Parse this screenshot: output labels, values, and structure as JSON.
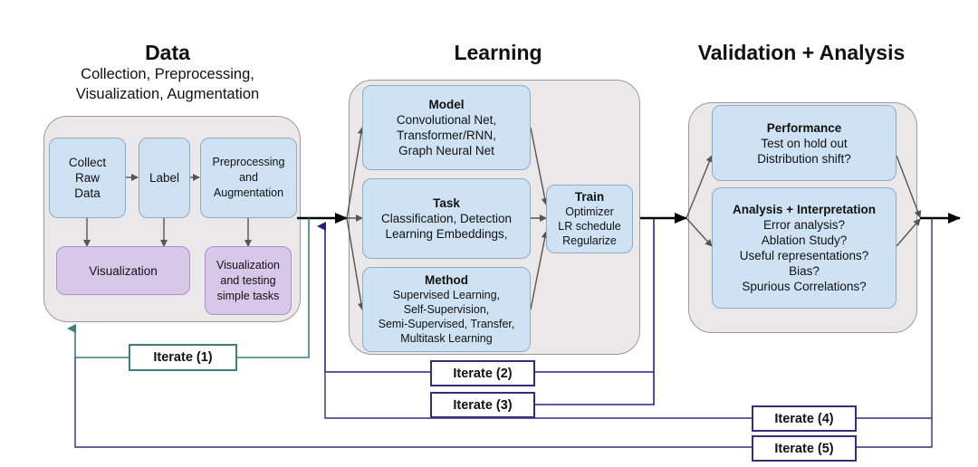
{
  "sections": {
    "data": {
      "title": "Data",
      "subtitle_lines": [
        "Collection, Preprocessing,",
        "Visualization, Augmentation"
      ]
    },
    "learning": {
      "title": "Learning"
    },
    "validation": {
      "title": "Validation + Analysis"
    }
  },
  "data_boxes": {
    "collect": {
      "lines": [
        "Collect",
        "Raw",
        "Data"
      ]
    },
    "label": {
      "lines": [
        "Label"
      ]
    },
    "preprocessing": {
      "lines": [
        "Preprocessing",
        "and",
        "Augmentation"
      ]
    },
    "visualization": {
      "lines": [
        "Visualization"
      ]
    },
    "viz_testing": {
      "lines": [
        "Visualization",
        "and testing",
        "simple tasks"
      ]
    }
  },
  "learning_boxes": {
    "model": {
      "title": "Model",
      "lines": [
        "Convolutional Net,",
        "Transformer/RNN,",
        "Graph Neural Net"
      ]
    },
    "task": {
      "title": "Task",
      "lines": [
        "Classification, Detection",
        "Learning Embeddings,"
      ]
    },
    "method": {
      "title": "Method",
      "lines": [
        "Supervised Learning,",
        "Self-Supervision,",
        "Semi-Supervised, Transfer,",
        "Multitask Learning"
      ]
    },
    "train": {
      "title": "Train",
      "lines": [
        "Optimizer",
        "LR schedule",
        "Regularize"
      ]
    }
  },
  "validation_boxes": {
    "performance": {
      "title": "Performance",
      "lines": [
        "Test on hold out",
        "Distribution shift?"
      ]
    },
    "analysis": {
      "title": "Analysis + Interpretation",
      "lines": [
        "Error analysis?",
        "Ablation Study?",
        "Useful representations?",
        "Bias?",
        "Spurious Correlations?"
      ]
    }
  },
  "iterations": [
    {
      "label": "Iterate (1)"
    },
    {
      "label": "Iterate (2)"
    },
    {
      "label": "Iterate (3)"
    },
    {
      "label": "Iterate (4)"
    },
    {
      "label": "Iterate (5)"
    }
  ],
  "colors": {
    "box_blue": "#cfe2f3",
    "box_purple": "#d9c7ea",
    "group_gray": "#ebe8e9",
    "loop_navy": "#3a2c78",
    "loop_teal": "#3c7f7c"
  }
}
